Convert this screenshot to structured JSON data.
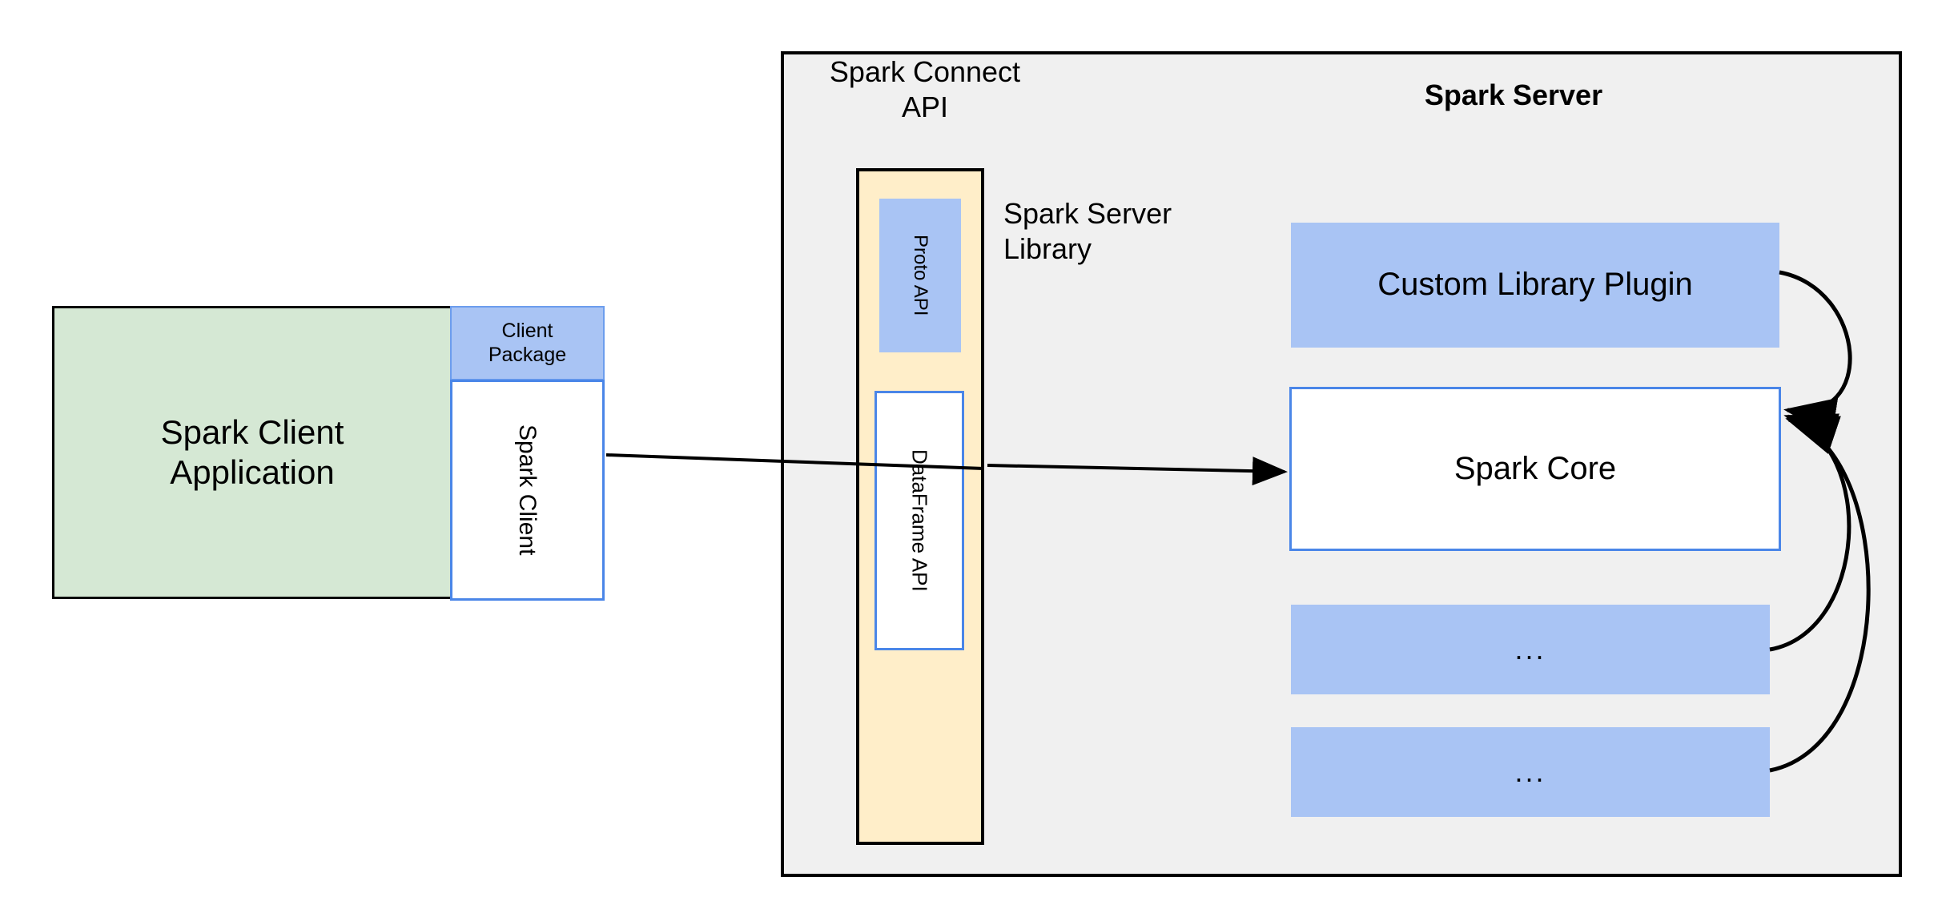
{
  "diagram": {
    "title": "Spark Connect architecture",
    "colors": {
      "client_app_fill": "#d5e8d4",
      "blue_fill": "#a9c4f4",
      "blue_border": "#4a86e8",
      "server_fill": "#f0f0f0",
      "connect_fill": "#ffeec9",
      "stroke": "#000000"
    }
  },
  "client": {
    "app_label": "Spark Client\nApplication",
    "package_label": "Client\nPackage",
    "spark_client_label": "Spark Client"
  },
  "server": {
    "container_title": "Spark Server",
    "connect_api_label": "Spark Connect\nAPI",
    "server_library_label": "Spark Server\nLibrary",
    "connect_column": {
      "proto_api_label": "Proto API",
      "dataframe_api_label": "DataFrame API"
    },
    "components": [
      {
        "label": "Custom Library Plugin",
        "style": "blue-filled"
      },
      {
        "label": "Spark Core",
        "style": "white-outlined"
      },
      {
        "label": "...",
        "style": "blue-filled"
      },
      {
        "label": "...",
        "style": "blue-filled"
      }
    ]
  },
  "connections": [
    {
      "from": "Spark Client",
      "to": "Spark Connect API",
      "kind": "line"
    },
    {
      "from": "DataFrame API",
      "to": "Spark Core",
      "kind": "arrow"
    },
    {
      "from": "Custom Library Plugin",
      "to": "Spark Core",
      "kind": "curved-arrow"
    },
    {
      "from": "...",
      "to": "Spark Core",
      "kind": "curved-arrow"
    },
    {
      "from": "...",
      "to": "Spark Core",
      "kind": "curved-arrow"
    }
  ]
}
